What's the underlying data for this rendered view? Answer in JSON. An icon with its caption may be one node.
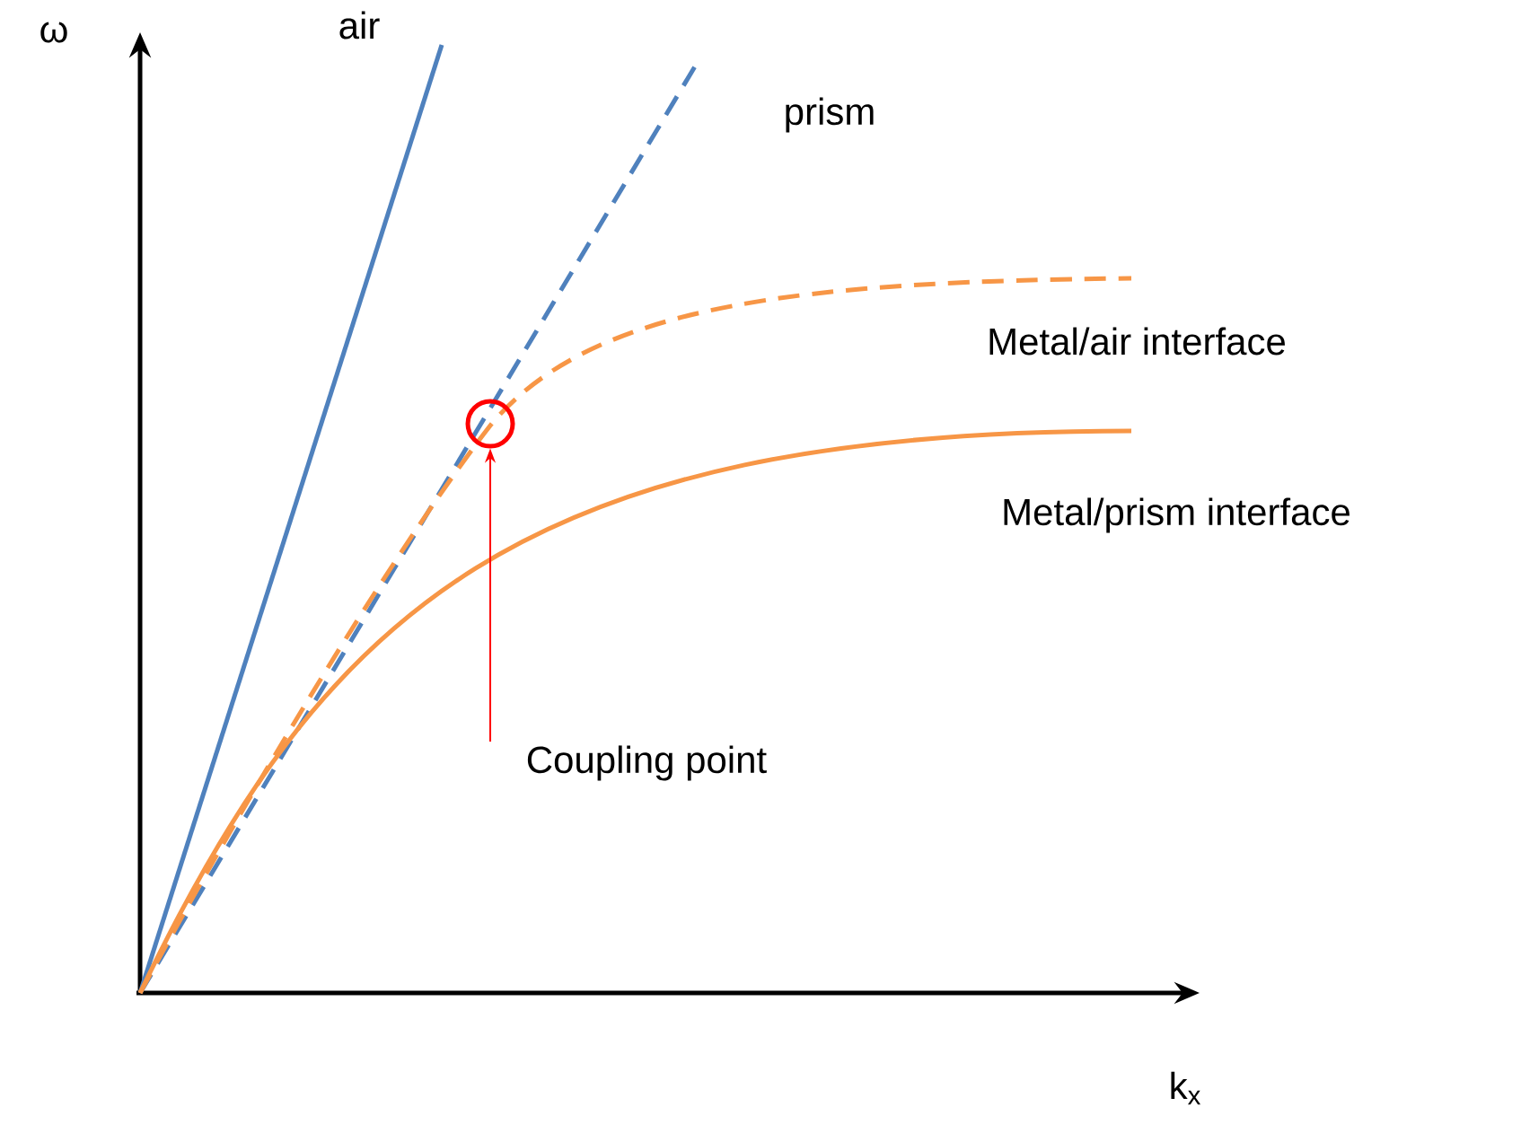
{
  "diagram": {
    "nodes": [
      {
        "text": [
          "Coupling point"
        ]
      },
      {
        "text": [],
        "shape": "circle"
      }
    ],
    "edges": [
      {
        "from": 0,
        "to": 1,
        "arrow": "to",
        "color": "#ff0000"
      }
    ],
    "labels": [
      "ω",
      "air",
      "prism",
      "Metal/air interface",
      "Metal/prism interface",
      "k$_{x}$"
    ]
  }
}
